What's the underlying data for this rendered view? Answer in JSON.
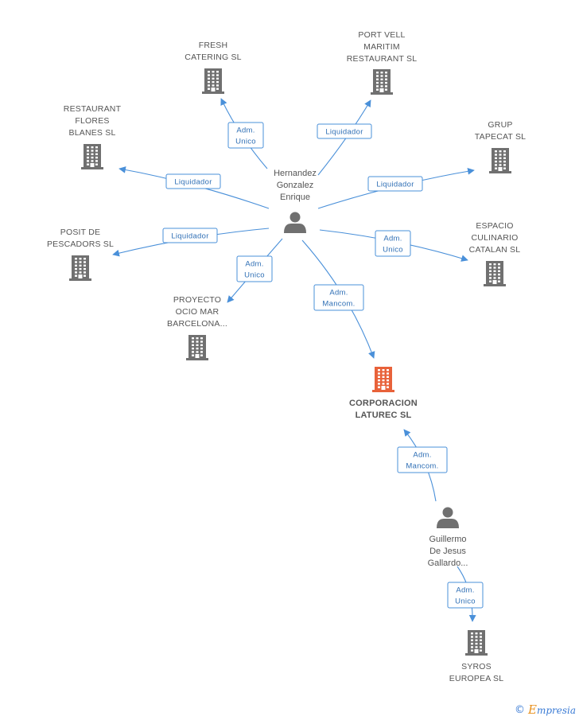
{
  "colors": {
    "building": "#707070",
    "building_main": "#e8623a",
    "person": "#707070",
    "edge": "#4a90d9"
  },
  "footer": {
    "copyright": "©",
    "brand_first": "E",
    "brand_rest": "mpresia"
  },
  "companies": [
    {
      "id": "fresh",
      "lines": [
        "FRESH",
        "CATERING SL"
      ],
      "icon": "building-icon",
      "main": false
    },
    {
      "id": "portvell",
      "lines": [
        "PORT VELL",
        "MARITIM",
        "RESTAURANT SL"
      ],
      "icon": "building-icon",
      "main": false
    },
    {
      "id": "flores",
      "lines": [
        "RESTAURANT",
        "FLORES",
        "BLANES SL"
      ],
      "icon": "building-icon",
      "main": false
    },
    {
      "id": "tapecat",
      "lines": [
        "GRUP",
        "TAPECAT SL"
      ],
      "icon": "building-icon",
      "main": false
    },
    {
      "id": "posit",
      "lines": [
        "POSIT DE",
        "PESCADORS SL"
      ],
      "icon": "building-icon",
      "main": false
    },
    {
      "id": "espacio",
      "lines": [
        "ESPACIO",
        "CULINARIO",
        "CATALAN SL"
      ],
      "icon": "building-icon",
      "main": false
    },
    {
      "id": "proyecto",
      "lines": [
        "PROYECTO",
        "OCIO MAR",
        "BARCELONA..."
      ],
      "icon": "building-icon",
      "main": false
    },
    {
      "id": "laturec",
      "lines": [
        "CORPORACION",
        "LATUREC SL"
      ],
      "icon": "building-icon",
      "main": true
    },
    {
      "id": "syros",
      "lines": [
        "SYROS",
        "EUROPEA SL"
      ],
      "icon": "building-icon",
      "main": false
    }
  ],
  "persons": [
    {
      "id": "hernandez",
      "lines": [
        "Hernandez",
        "Gonzalez",
        "Enrique"
      ],
      "icon": "person-icon"
    },
    {
      "id": "guillermo",
      "lines": [
        "Guillermo",
        "De Jesus",
        "Gallardo..."
      ],
      "icon": "person-icon"
    }
  ],
  "edges": [
    {
      "id": "e-fresh",
      "label": [
        "Adm.",
        "Unico"
      ]
    },
    {
      "id": "e-portvell",
      "label": [
        "Liquidador"
      ]
    },
    {
      "id": "e-flores",
      "label": [
        "Liquidador"
      ]
    },
    {
      "id": "e-tapecat",
      "label": [
        "Liquidador"
      ]
    },
    {
      "id": "e-posit",
      "label": [
        "Liquidador"
      ]
    },
    {
      "id": "e-espacio",
      "label": [
        "Adm.",
        "Unico"
      ]
    },
    {
      "id": "e-proyecto",
      "label": [
        "Adm.",
        "Unico"
      ]
    },
    {
      "id": "e-laturec-h",
      "label": [
        "Adm.",
        "Mancom."
      ]
    },
    {
      "id": "e-laturec-g",
      "label": [
        "Adm.",
        "Mancom."
      ]
    },
    {
      "id": "e-syros",
      "label": [
        "Adm.",
        "Unico"
      ]
    }
  ]
}
